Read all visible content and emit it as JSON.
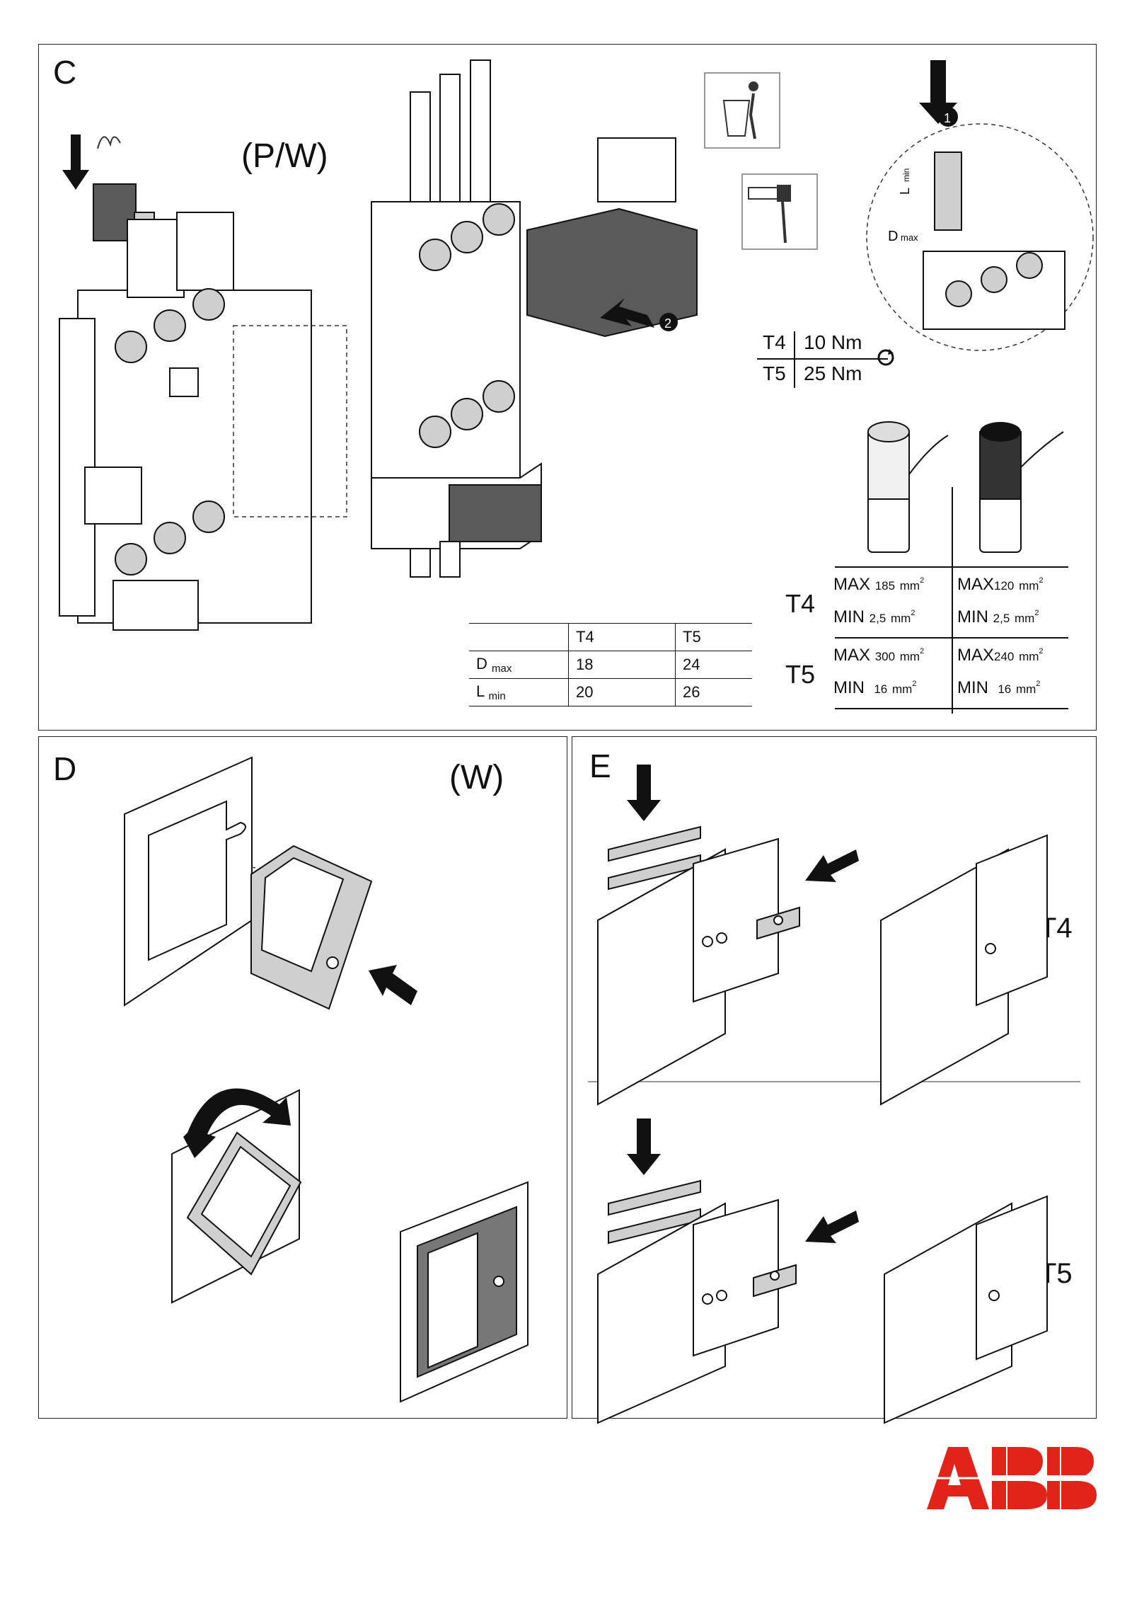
{
  "panel_c": {
    "letter": "C",
    "variant": "(P/W)",
    "steps": [
      "1",
      "2"
    ],
    "dims": {
      "d_max": "D",
      "d_max_sub": "max",
      "l_min": "L",
      "l_min_sub": "min"
    },
    "torque": [
      {
        "model": "T4",
        "value": "10 Nm"
      },
      {
        "model": "T5",
        "value": "25 Nm"
      }
    ],
    "dim_table": {
      "headers": [
        "",
        "T4",
        "T5"
      ],
      "rows": [
        {
          "label": "D",
          "label_sub": "max",
          "t4": "18",
          "t5": "24"
        },
        {
          "label": "L",
          "label_sub": "min",
          "t4": "20",
          "t5": "26"
        }
      ]
    },
    "cable_table": {
      "models": [
        "T4",
        "T5"
      ],
      "rows": [
        {
          "model": "T4",
          "kind": "MAX",
          "left": "185",
          "right": "120"
        },
        {
          "model": "T4",
          "kind": "MIN",
          "left": "2,5",
          "right": "2,5"
        },
        {
          "model": "T5",
          "kind": "MAX",
          "left": "300",
          "right": "240"
        },
        {
          "model": "T5",
          "kind": "MIN",
          "left": "16",
          "right": "16"
        }
      ],
      "unit": "mm",
      "unit_sup": "2"
    }
  },
  "panel_d": {
    "letter": "D",
    "variant": "(W)"
  },
  "panel_e": {
    "letter": "E",
    "models": [
      "T4",
      "T5"
    ]
  },
  "brand": {
    "logo": "ABB",
    "color": "#e2231a"
  },
  "icons": [
    "down-arrow-icon",
    "push-arrow-icon",
    "recycle-bin-icon",
    "hammer-icon",
    "tighten-icon",
    "rotate-arrow-icon"
  ]
}
